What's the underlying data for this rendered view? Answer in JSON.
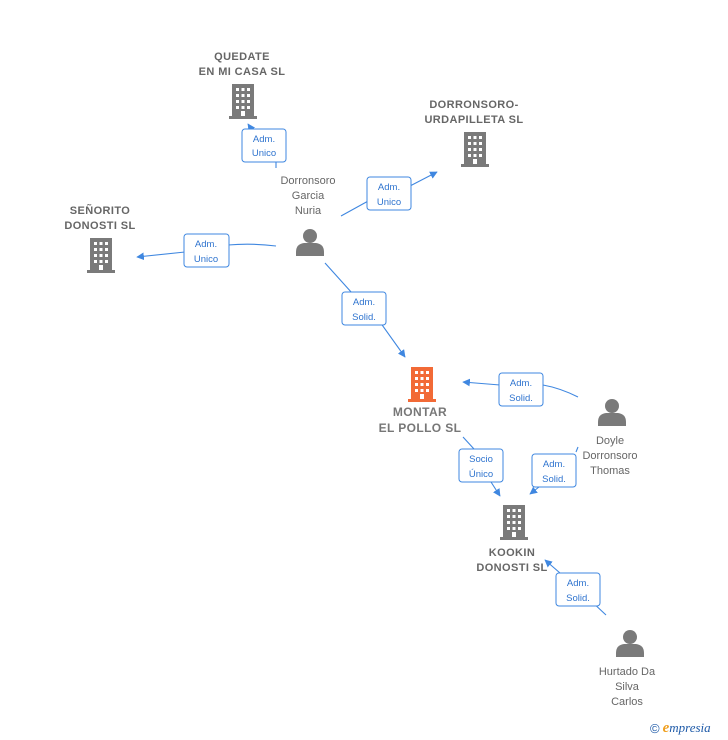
{
  "colors": {
    "edge": "#3f87e0",
    "node_gray": "#7a7a7a",
    "focus": "#f26a36"
  },
  "nodes": {
    "quedate": {
      "type": "company",
      "icon": "building-icon",
      "lines": [
        "QUEDATE",
        "EN MI CASA SL"
      ]
    },
    "dorronsoro_urdapilleta": {
      "type": "company",
      "icon": "building-icon",
      "lines": [
        "DORRONSORO-",
        "URDAPILLETA SL"
      ]
    },
    "senorito": {
      "type": "company",
      "icon": "building-icon",
      "lines": [
        "SEÑORITO",
        "DONOSTI  SL"
      ]
    },
    "dorronsoro_nuria": {
      "type": "person",
      "icon": "person-icon",
      "lines": [
        "Dorronsoro",
        "Garcia",
        "Nuria"
      ]
    },
    "montar": {
      "type": "company",
      "focus": true,
      "icon": "building-icon",
      "lines": [
        "MONTAR",
        "EL POLLO  SL"
      ]
    },
    "doyle": {
      "type": "person",
      "icon": "person-icon",
      "lines": [
        "Doyle",
        "Dorronsoro",
        "Thomas"
      ]
    },
    "kookin": {
      "type": "company",
      "icon": "building-icon",
      "lines": [
        "KOOKIN",
        "DONOSTI  SL"
      ]
    },
    "hurtado": {
      "type": "person",
      "icon": "person-icon",
      "lines": [
        "Hurtado Da",
        "Silva",
        "Carlos"
      ]
    }
  },
  "edges": {
    "nuria_quedate": {
      "from": "dorronsoro_nuria",
      "to": "quedate",
      "lines": [
        "Adm.",
        "Unico"
      ]
    },
    "nuria_urdapilleta": {
      "from": "dorronsoro_nuria",
      "to": "dorronsoro_urdapilleta",
      "lines": [
        "Adm.",
        "Unico"
      ]
    },
    "nuria_senorito": {
      "from": "dorronsoro_nuria",
      "to": "senorito",
      "lines": [
        "Adm.",
        "Unico"
      ]
    },
    "nuria_montar": {
      "from": "dorronsoro_nuria",
      "to": "montar",
      "lines": [
        "Adm.",
        "Solid."
      ]
    },
    "doyle_montar": {
      "from": "doyle",
      "to": "montar",
      "lines": [
        "Adm.",
        "Solid."
      ]
    },
    "montar_kookin": {
      "from": "montar",
      "to": "kookin",
      "lines": [
        "Socio",
        "Único"
      ]
    },
    "doyle_kookin": {
      "from": "doyle",
      "to": "kookin",
      "lines": [
        "Adm.",
        "Solid."
      ]
    },
    "hurtado_kookin": {
      "from": "hurtado",
      "to": "kookin",
      "lines": [
        "Adm.",
        "Solid."
      ]
    }
  },
  "footer": {
    "copyright": "©",
    "brand_e": "e",
    "brand_rest": "mpresia"
  }
}
